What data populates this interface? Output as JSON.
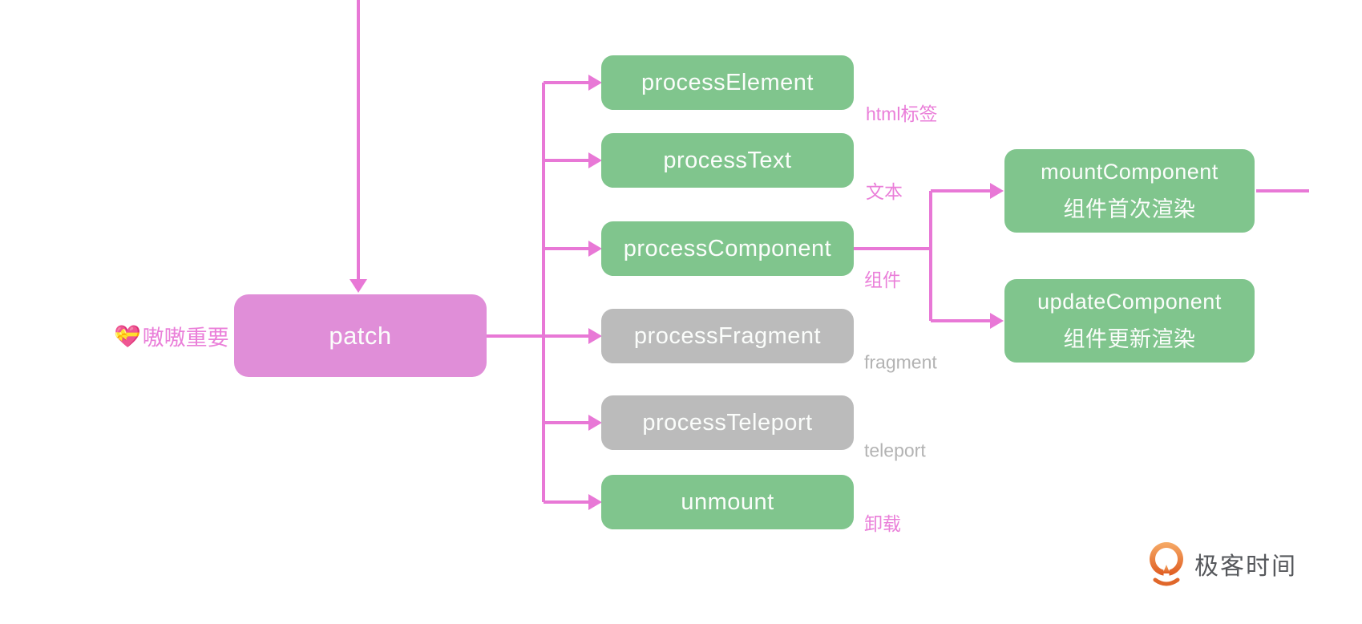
{
  "colors": {
    "line_pink": "#e878d6",
    "node_pink_fill": "#e08ed8",
    "node_green_fill": "#80c58d",
    "node_gray_fill": "#bbbbbb",
    "tag_pink_text": "#ea7fd9",
    "tag_gray_text": "#b3b3b3",
    "node_text": "#fbfdfb",
    "logo_orange": "#e8722e",
    "logo_text": "#56585c"
  },
  "root": {
    "label": "patch"
  },
  "note": {
    "emoji": "💝",
    "text": "嗷嗷重要"
  },
  "branches": [
    {
      "label": "processElement",
      "tag": "html标签"
    },
    {
      "label": "processText",
      "tag": "文本"
    },
    {
      "label": "processComponent",
      "tag": "组件"
    },
    {
      "label": "processFragment",
      "tag": "fragment"
    },
    {
      "label": "processTeleport",
      "tag": "teleport"
    },
    {
      "label": "unmount",
      "tag": "卸载"
    }
  ],
  "component_children": [
    {
      "title": "mountComponent",
      "subtitle": "组件首次渲染"
    },
    {
      "title": "updateComponent",
      "subtitle": "组件更新渲染"
    }
  ],
  "watermark": {
    "text": "极客时间"
  }
}
